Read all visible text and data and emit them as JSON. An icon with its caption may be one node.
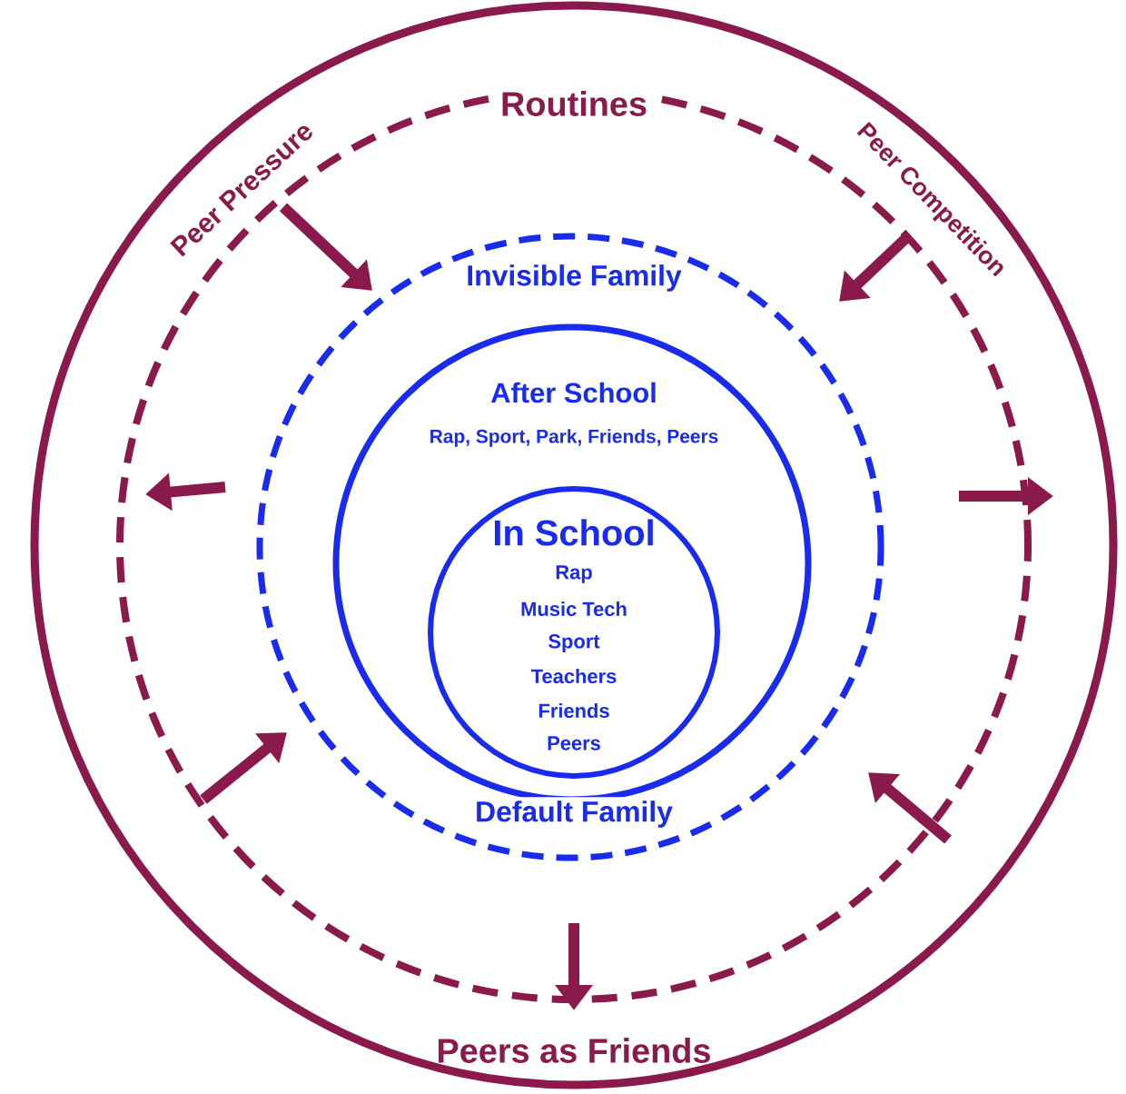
{
  "diagram": {
    "nodes": [
      {
        "text": [
          "Peer Pressure",
          "Peer Competition",
          "Peers as Friends"
        ]
      },
      {
        "text": [
          "Routines"
        ],
        "in": 0
      },
      {
        "text": [
          "Invisible Family",
          "Default Family"
        ],
        "in": 1
      },
      {
        "text": [
          "After School",
          "Rap, Sport, Park, Friends, Peers"
        ],
        "in": 2
      },
      {
        "text": [
          "In School",
          "Rap",
          "Music Tech",
          "Sport",
          "Teachers",
          "Friends",
          "Peers"
        ],
        "in": 3
      }
    ]
  }
}
